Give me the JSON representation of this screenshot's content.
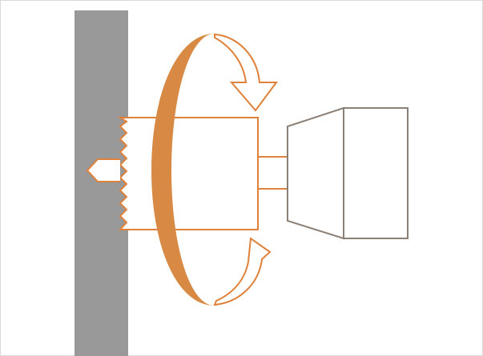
{
  "diagram": {
    "description_labels": [],
    "colors": {
      "background": "#ffffff",
      "frame_border": "#d9d9d9",
      "workpiece_wall": "#999999",
      "accent_orange": "#d88a45",
      "outline_orange": "#e0813a",
      "tool_holder_outline": "#8c7f75"
    },
    "icons": {
      "wall": "workpiece-wall",
      "tap_body": "threaded-tap-body",
      "rotation_ring": "rotation-ring",
      "rotation_arrow_top": "curved-arrow-down-icon",
      "rotation_arrow_bottom": "curved-arrow-up-icon",
      "tool_holder": "tool-holder-chuck",
      "spindle_shaft": "spindle-shaft"
    }
  }
}
